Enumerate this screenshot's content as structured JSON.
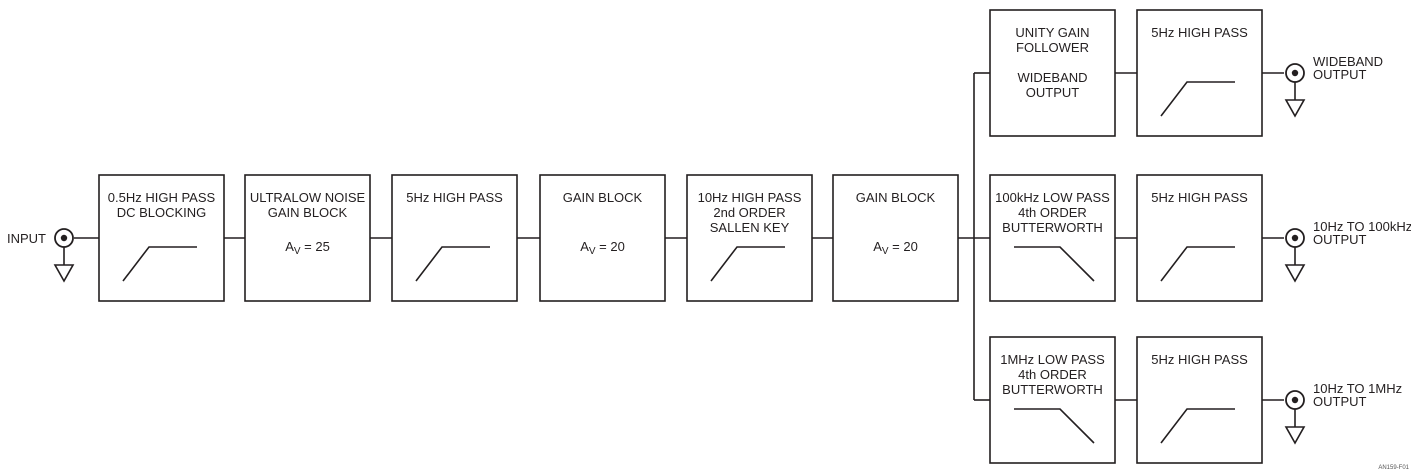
{
  "blocks": [
    {
      "id": "b1",
      "lines": [
        "0.5Hz HIGH PASS",
        "DC BLOCKING"
      ],
      "response": "highpass"
    },
    {
      "id": "b2",
      "lines": [
        "ULTRALOW NOISE",
        "GAIN BLOCK"
      ],
      "gain": {
        "prefix": "A",
        "sub": "V",
        "suffix": " = 25"
      }
    },
    {
      "id": "b3",
      "lines": [
        "5Hz HIGH PASS"
      ],
      "response": "highpass"
    },
    {
      "id": "b4",
      "lines": [
        "GAIN BLOCK"
      ],
      "gain": {
        "prefix": "A",
        "sub": "V",
        "suffix": " = 20"
      }
    },
    {
      "id": "b5",
      "lines": [
        "10Hz HIGH PASS",
        "2nd ORDER",
        "SALLEN KEY"
      ],
      "response": "highpass"
    },
    {
      "id": "b6",
      "lines": [
        "GAIN BLOCK"
      ],
      "gain": {
        "prefix": "A",
        "sub": "V",
        "suffix": " = 20"
      }
    },
    {
      "id": "b7",
      "lines": [
        "UNITY GAIN",
        "FOLLOWER",
        "",
        "WIDEBAND",
        "OUTPUT"
      ]
    },
    {
      "id": "b8",
      "lines": [
        "5Hz HIGH PASS"
      ],
      "response": "highpass"
    },
    {
      "id": "b9",
      "lines": [
        "100kHz LOW PASS",
        "4th ORDER",
        "BUTTERWORTH"
      ],
      "response": "lowpass"
    },
    {
      "id": "b10",
      "lines": [
        "5Hz HIGH PASS"
      ],
      "response": "highpass"
    },
    {
      "id": "b11",
      "lines": [
        "1MHz LOW PASS",
        "4th ORDER",
        "BUTTERWORTH"
      ],
      "response": "lowpass"
    },
    {
      "id": "b12",
      "lines": [
        "5Hz HIGH PASS"
      ],
      "response": "highpass"
    }
  ],
  "connectors": [
    {
      "id": "in",
      "lines": [
        "INPUT"
      ]
    },
    {
      "id": "o1",
      "lines": [
        "WIDEBAND",
        "OUTPUT"
      ]
    },
    {
      "id": "o2",
      "lines": [
        "10Hz TO 100kHz",
        "OUTPUT"
      ]
    },
    {
      "id": "o3",
      "lines": [
        "10Hz TO 1MHz",
        "OUTPUT"
      ]
    }
  ],
  "figure_id": "AN159-F01"
}
